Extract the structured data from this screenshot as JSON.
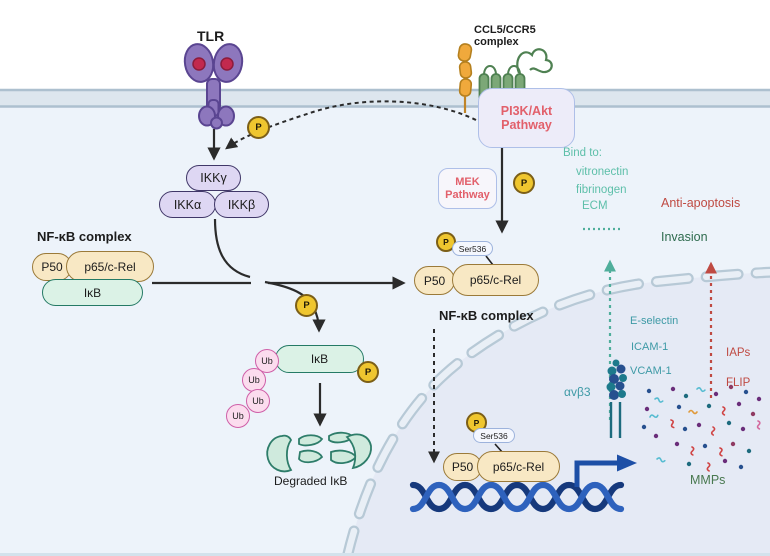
{
  "receptors": {
    "tlr": "TLR",
    "ccl5_ccr5": {
      "line1": "CCL5/CCR5",
      "line2": "complex"
    }
  },
  "pathway_boxes": {
    "pi3k": {
      "line1": "PI3K/Akt",
      "line2": "Pathway"
    },
    "mek": {
      "line1": "MEK",
      "line2": "Pathway"
    }
  },
  "ikk": {
    "gamma": "IKKγ",
    "alpha": "IKKα",
    "beta": "IKKβ"
  },
  "nfkb_left": {
    "title": "NF-κB complex",
    "p50": "P50",
    "p65": "p65/c-Rel",
    "ikb": "IκB"
  },
  "nfkb_right": {
    "title": "NF-κB complex",
    "p50": "P50",
    "p65": "p65/c-Rel"
  },
  "nucleus_complex": {
    "p50": "P50",
    "p65": "p65/c-Rel"
  },
  "degradation": {
    "ikb": "IκB",
    "label": "Degraded IκB"
  },
  "glyphs": {
    "p": "P",
    "ub": "Ub",
    "ser536": "Ser536"
  },
  "outcomes": {
    "bind_to": "Bind to:",
    "bind_targets": [
      "vitronectin",
      "fibrinogen",
      "ECM"
    ],
    "anti_apoptosis": "Anti-apoptosis",
    "invasion": "Invasion",
    "adhesion": [
      "E-selectin",
      "ICAM-1",
      "VCAM-1"
    ],
    "integrin": "αvβ3",
    "apoptosis_inhibitors": [
      "IAPs",
      "FLIP"
    ],
    "mmps": "MMPs"
  },
  "colors": {
    "pathway-red": "#e2606b",
    "outcome-red": "#bf4a42",
    "teal-text": "#5dbfa9",
    "teal-blue-text": "#3e9aa6",
    "green-dark": "#2e6b4e",
    "green-mmp": "#48784f",
    "tan-bg": "#f8e8c4",
    "tan-border": "#9b7a39",
    "mint-bg": "#dbf2e6",
    "mint-border": "#257a65",
    "lavender-bg": "#ded7f3",
    "lavender-border": "#403768",
    "yellow-p": "#efc62f",
    "yellow-p-border": "#7c5f17",
    "pink-ub": "#fbdcee",
    "pink-ub-border": "#cf5fa8",
    "box-border": "#aebfe8",
    "pi3k-box-bg": "#edecf9",
    "mek-box-bg": "#f7f6fb",
    "membrane-band": "#dde6ee",
    "membrane-line": "#adc0cf",
    "cytoplasm-bg": "#edf3fa",
    "nucleus-bg": "#e5eaf5",
    "nucleus-border": "#b7c9d6",
    "receptor-purple": "#8d77bd",
    "ccl5-orange": "#f0a93c",
    "ccr5-green": "#7ca877",
    "dna-dark": "#16397c",
    "dna-light": "#2e62bd",
    "transcription-blue": "#1d4fa6",
    "arrow-black": "#2b2b2b"
  }
}
